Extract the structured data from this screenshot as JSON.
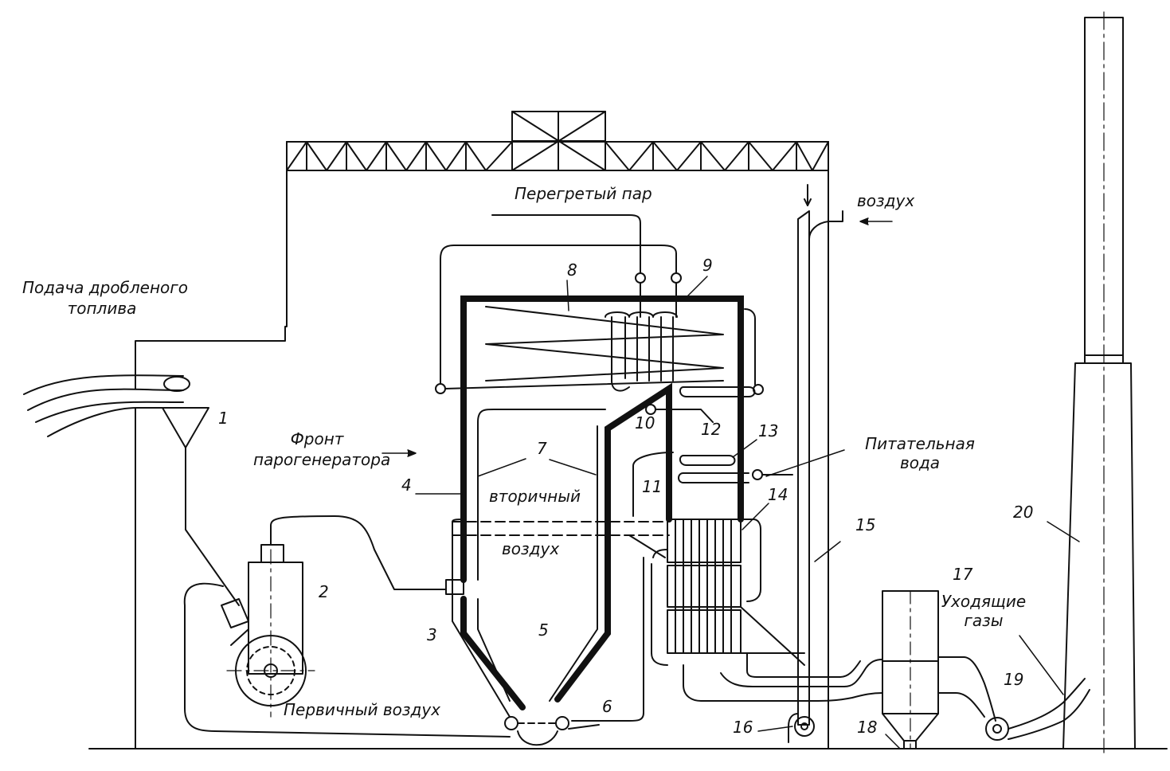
{
  "labels": {
    "fuel_supply_1": "Подача дробленого",
    "fuel_supply_2": "топлива",
    "superheated_steam": "Перегретый пар",
    "air": "воздух",
    "boiler_front_1": "Фронт",
    "boiler_front_2": "парогенератора",
    "secondary_air_1": "вторичный",
    "secondary_air_2": "воздух",
    "feed_water_1": "Питательная",
    "feed_water_2": "вода",
    "exhaust_gases_1": "Уходящие",
    "exhaust_gases_2": "газы",
    "primary_air": "Первичный воздух"
  },
  "numbers": {
    "n1": "1",
    "n2": "2",
    "n3": "3",
    "n4": "4",
    "n5": "5",
    "n6": "6",
    "n7": "7",
    "n8": "8",
    "n9": "9",
    "n10": "10",
    "n11": "11",
    "n12": "12",
    "n13": "13",
    "n14": "14",
    "n15": "15",
    "n16": "16",
    "n17": "17",
    "n18": "18",
    "n19": "19",
    "n20": "20"
  },
  "colors": {
    "line": "#111111",
    "background": "#ffffff"
  }
}
